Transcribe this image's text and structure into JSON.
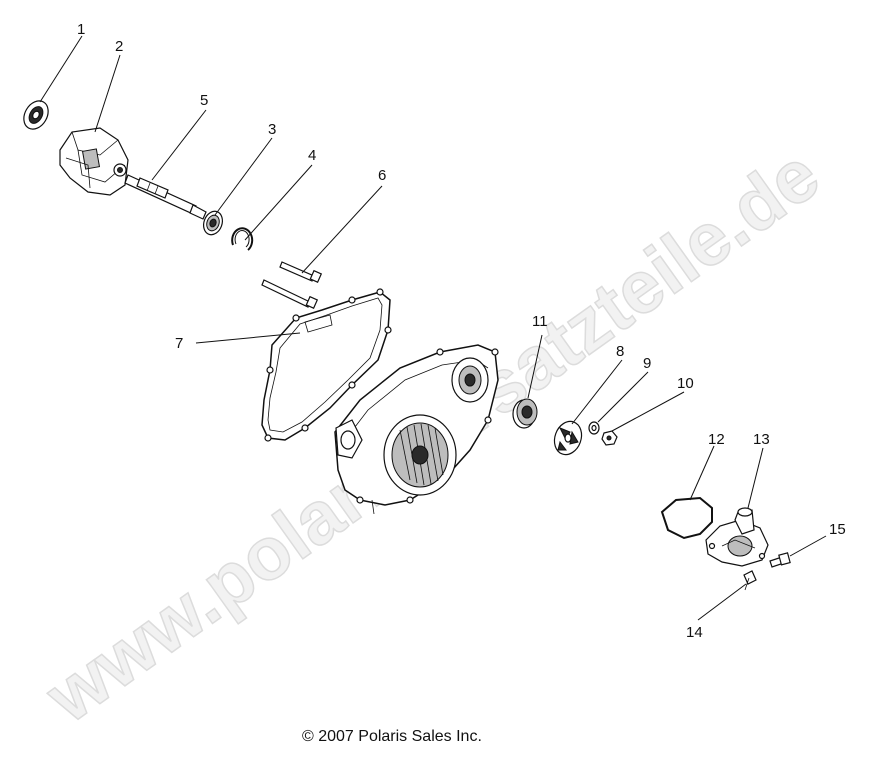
{
  "watermark": "www.polaris-ersatzteile.de",
  "copyright": "© 2007 Polaris Sales Inc.",
  "callouts": {
    "c1": "1",
    "c2": "2",
    "c3": "3",
    "c4": "4",
    "c5": "5",
    "c6": "6",
    "c7": "7",
    "c8": "8",
    "c9": "9",
    "c10": "10",
    "c11": "11",
    "c12": "12",
    "c13": "13",
    "c14": "14",
    "c15": "15"
  }
}
